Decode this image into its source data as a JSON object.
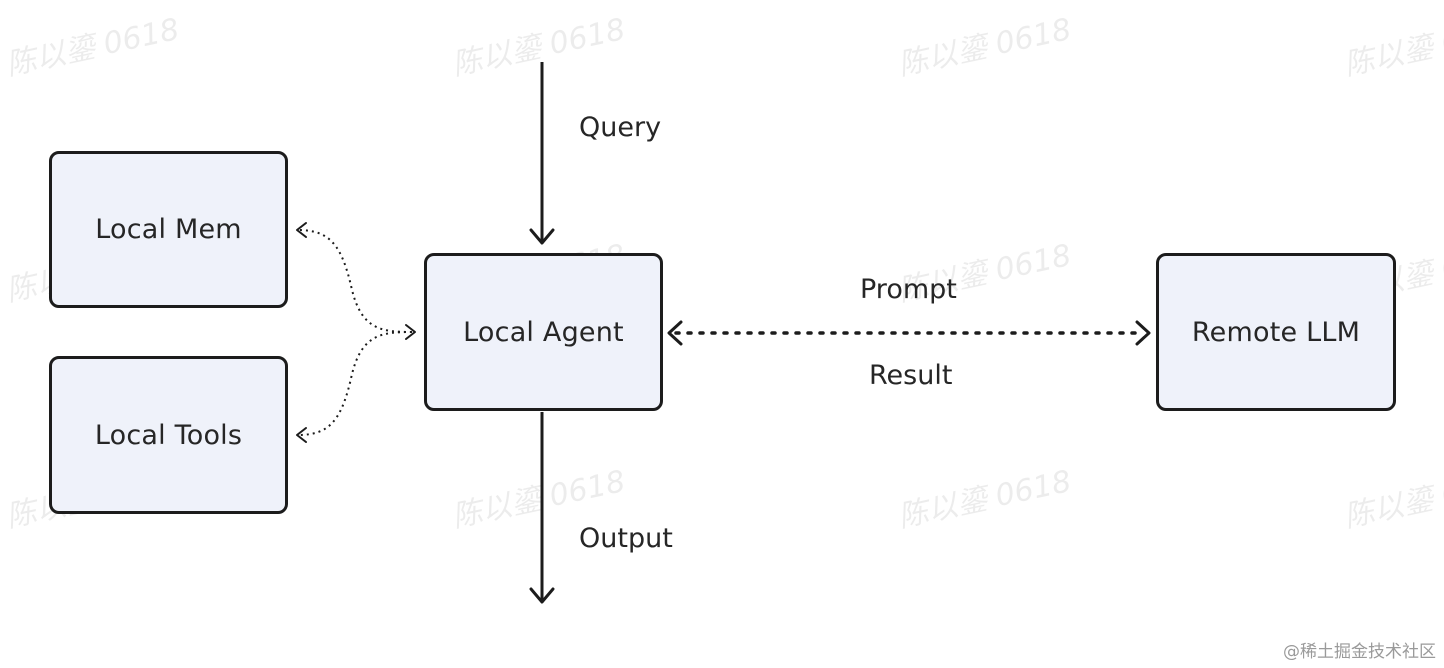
{
  "nodes": {
    "local_mem": "Local Mem",
    "local_tools": "Local Tools",
    "local_agent": "Local Agent",
    "remote_llm": "Remote LLM"
  },
  "edges": {
    "query": "Query",
    "output": "Output",
    "prompt": "Prompt",
    "result": "Result"
  },
  "watermark": "陈以鎏 0618",
  "credit": "@稀土掘金技术社区",
  "colors": {
    "box_fill": "#eff2fa",
    "stroke": "#1c1c1c",
    "text": "#262626"
  }
}
